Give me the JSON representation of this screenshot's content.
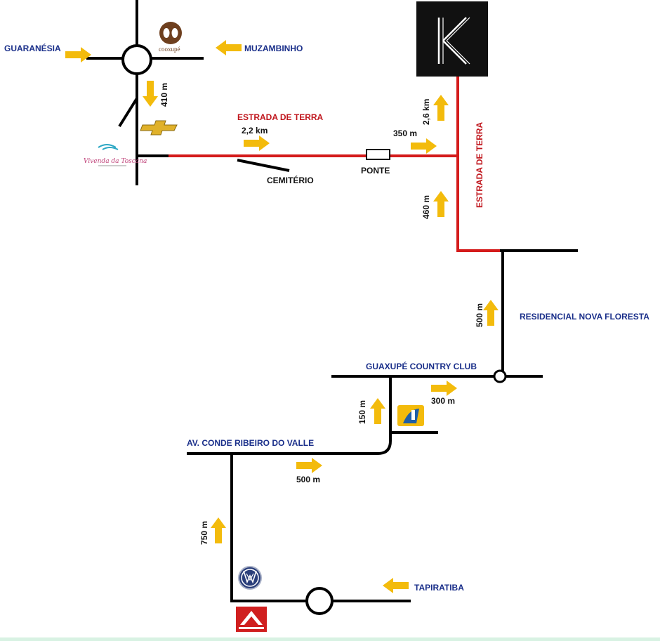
{
  "places": {
    "guaranesia": "GUARANÉSIA",
    "muzambinho": "MUZAMBINHO",
    "residencial": "RESIDENCIAL NOVA FLORESTA",
    "country_club": "GUAXUPÉ COUNTRY CLUB",
    "av_conde": "AV. CONDE RIBEIRO DO VALLE",
    "tapiratiba": "TAPIRATIBA",
    "cemiterio": "CEMITÉRIO",
    "ponte": "PONTE"
  },
  "roads": {
    "estrada_h": "ESTRADA DE TERRA",
    "estrada_v": "ESTRADA DE TERRA"
  },
  "distances": {
    "d410": "410 m",
    "d2_2km": "2,2 km",
    "d350": "350 m",
    "d2_6km": "2,6 km",
    "d460": "460 m",
    "d500_north": "500 m",
    "d300": "300 m",
    "d150": "150 m",
    "d500_east": "500 m",
    "d750": "750 m"
  },
  "logos": {
    "cooxupe": "cooxupé",
    "vivenda": "Vivenda da Toscana",
    "destination": "K"
  },
  "colors": {
    "road": "#000000",
    "dirt_road": "#d41b1b",
    "arrow": "#f3bb0c",
    "place_label": "#1a2f8a",
    "road_label": "#c0161d"
  },
  "icons": {
    "direction": "arrow-icon",
    "roundabout": "roundabout-icon"
  }
}
